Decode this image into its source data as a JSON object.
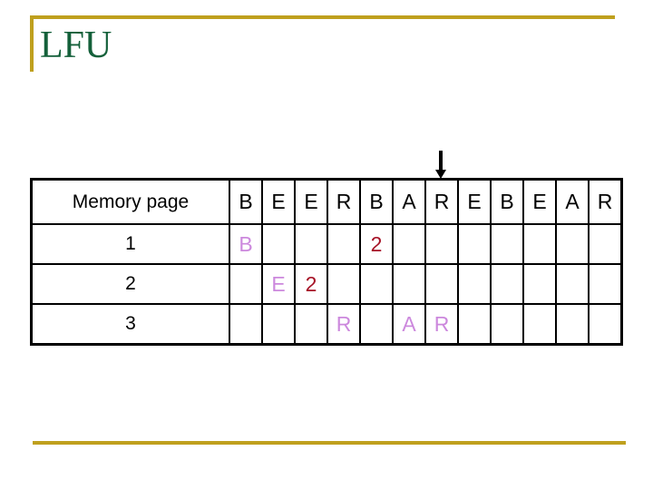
{
  "slide": {
    "title": "LFU",
    "title_color": "#14603a",
    "accent_color": "#bfa01e",
    "background": "#ffffff"
  },
  "pointer": {
    "icon": "down-arrow-icon",
    "points_to_column_index": 6,
    "points_to_column_label": "R",
    "color": "#000000"
  },
  "table": {
    "label_header": "Memory page",
    "row_labels": [
      "1",
      "2",
      "3"
    ],
    "reference_string": [
      "B",
      "E",
      "E",
      "R",
      "B",
      "A",
      "R",
      "E",
      "B",
      "E",
      "A",
      "R"
    ],
    "page_color": "#cc88dd",
    "count_color": "#a61226",
    "rows": [
      {
        "label": "1",
        "cells": [
          {
            "text": "B",
            "kind": "page"
          },
          {
            "text": "",
            "kind": "empty"
          },
          {
            "text": "",
            "kind": "empty"
          },
          {
            "text": "",
            "kind": "empty"
          },
          {
            "text": "2",
            "kind": "count"
          },
          {
            "text": "",
            "kind": "empty"
          },
          {
            "text": "",
            "kind": "empty"
          },
          {
            "text": "",
            "kind": "empty"
          },
          {
            "text": "",
            "kind": "empty"
          },
          {
            "text": "",
            "kind": "empty"
          },
          {
            "text": "",
            "kind": "empty"
          },
          {
            "text": "",
            "kind": "empty"
          }
        ]
      },
      {
        "label": "2",
        "cells": [
          {
            "text": "",
            "kind": "empty"
          },
          {
            "text": "E",
            "kind": "page"
          },
          {
            "text": "2",
            "kind": "count"
          },
          {
            "text": "",
            "kind": "empty"
          },
          {
            "text": "",
            "kind": "empty"
          },
          {
            "text": "",
            "kind": "empty"
          },
          {
            "text": "",
            "kind": "empty"
          },
          {
            "text": "",
            "kind": "empty"
          },
          {
            "text": "",
            "kind": "empty"
          },
          {
            "text": "",
            "kind": "empty"
          },
          {
            "text": "",
            "kind": "empty"
          },
          {
            "text": "",
            "kind": "empty"
          }
        ]
      },
      {
        "label": "3",
        "cells": [
          {
            "text": "",
            "kind": "empty"
          },
          {
            "text": "",
            "kind": "empty"
          },
          {
            "text": "",
            "kind": "empty"
          },
          {
            "text": "R",
            "kind": "page"
          },
          {
            "text": "",
            "kind": "empty"
          },
          {
            "text": "A",
            "kind": "page"
          },
          {
            "text": "R",
            "kind": "page"
          },
          {
            "text": "",
            "kind": "empty"
          },
          {
            "text": "",
            "kind": "empty"
          },
          {
            "text": "",
            "kind": "empty"
          },
          {
            "text": "",
            "kind": "empty"
          },
          {
            "text": "",
            "kind": "empty"
          }
        ]
      }
    ]
  }
}
